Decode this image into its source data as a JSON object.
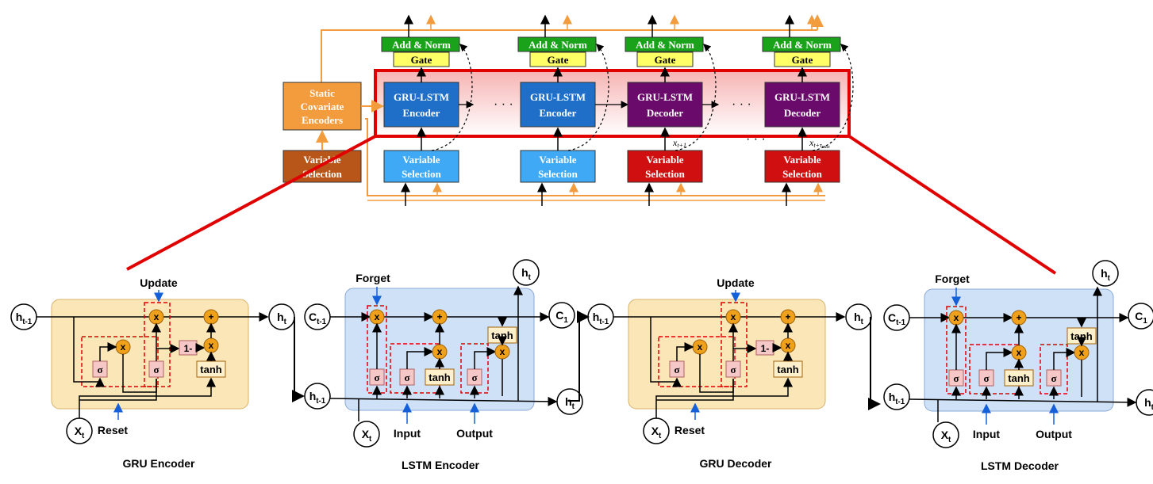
{
  "top": {
    "add_norm": "Add & Norm",
    "gate": "Gate",
    "static_covariate": [
      "Static",
      "Covariate",
      "Encoders"
    ],
    "variable_selection": [
      "Variable",
      "Selection"
    ],
    "blocks": [
      {
        "l1": "GRU-LSTM",
        "l2": "Encoder"
      },
      {
        "l1": "GRU-LSTM",
        "l2": "Encoder"
      },
      {
        "l1": "GRU-LSTM",
        "l2": "Decoder"
      },
      {
        "l1": "GRU-LSTM",
        "l2": "Decoder"
      }
    ],
    "ellipsis": "· · ·",
    "label_x1": "x",
    "label_x1_sub": "t+1",
    "label_x2": "x",
    "label_x2_sub": "t+τ",
    "label_x2_subsub": "max"
  },
  "cells": {
    "gru_encoder": {
      "title": "GRU Encoder",
      "update": "Update",
      "reset": "Reset"
    },
    "lstm_encoder": {
      "title": "LSTM Encoder",
      "forget": "Forget",
      "input": "Input",
      "output": "Output"
    },
    "gru_decoder": {
      "title": "GRU Decoder",
      "update": "Update",
      "reset": "Reset"
    },
    "lstm_decoder": {
      "title": "LSTM Decoder",
      "forget": "Forget",
      "input": "Input",
      "output": "Output"
    }
  },
  "symbols": {
    "h": "h",
    "h_prev_sub": "t-1",
    "h_sub": "t",
    "c": "C",
    "c_prev_sub": "t-1",
    "c_next_sub": "1",
    "x": "X",
    "x_sub": "t",
    "sigma": "σ",
    "tanh": "tanh",
    "one_minus": "1-",
    "mul": "x",
    "add": "+"
  },
  "colors": {
    "orange": "#f39c3d",
    "green": "#1aa31a",
    "yellow": "#ffff66",
    "blue_dark": "#1f6fc9",
    "blue_light": "#3fa9f5",
    "purple": "#6a0a6a",
    "red": "#d01010",
    "brown": "#b8561a",
    "highlight": "#e00000",
    "gru_bg": "#fbe6b8",
    "lstm_bg": "#cfe1f7",
    "node": "#f0a11c",
    "sigma_bg": "#f6c7c7"
  }
}
